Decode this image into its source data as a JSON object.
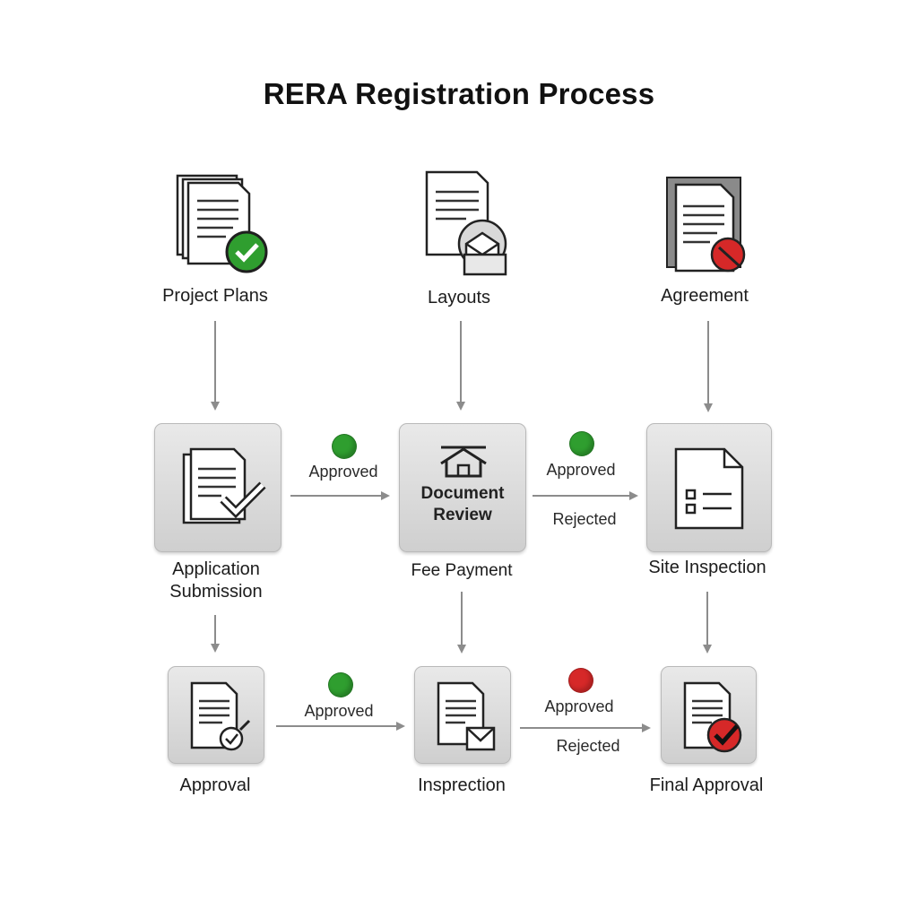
{
  "title": "RERA Registration Process",
  "top_row": [
    {
      "label": "Project Plans"
    },
    {
      "label": "Layouts"
    },
    {
      "label": "Agreement"
    }
  ],
  "middle_row": [
    {
      "label": "Application Submission"
    },
    {
      "label": "Fee Payment",
      "box_text": "Document Review"
    },
    {
      "label": "Site Inspection"
    }
  ],
  "bottom_row": [
    {
      "label": "Approval"
    },
    {
      "label": "Insprection"
    },
    {
      "label": "Final Approval"
    }
  ],
  "edges": {
    "mid_1": {
      "label": "Approved",
      "status": "green"
    },
    "mid_2": {
      "label": "Approved",
      "label_2": "Rejected",
      "status": "green"
    },
    "bot_1": {
      "label": "Approved",
      "status": "green"
    },
    "bot_2": {
      "label": "Approved",
      "label_2": "Rejected",
      "status": "red"
    }
  },
  "colors": {
    "green": "#2f9e2f",
    "red": "#d62828",
    "arrow": "#8c8c8c"
  }
}
